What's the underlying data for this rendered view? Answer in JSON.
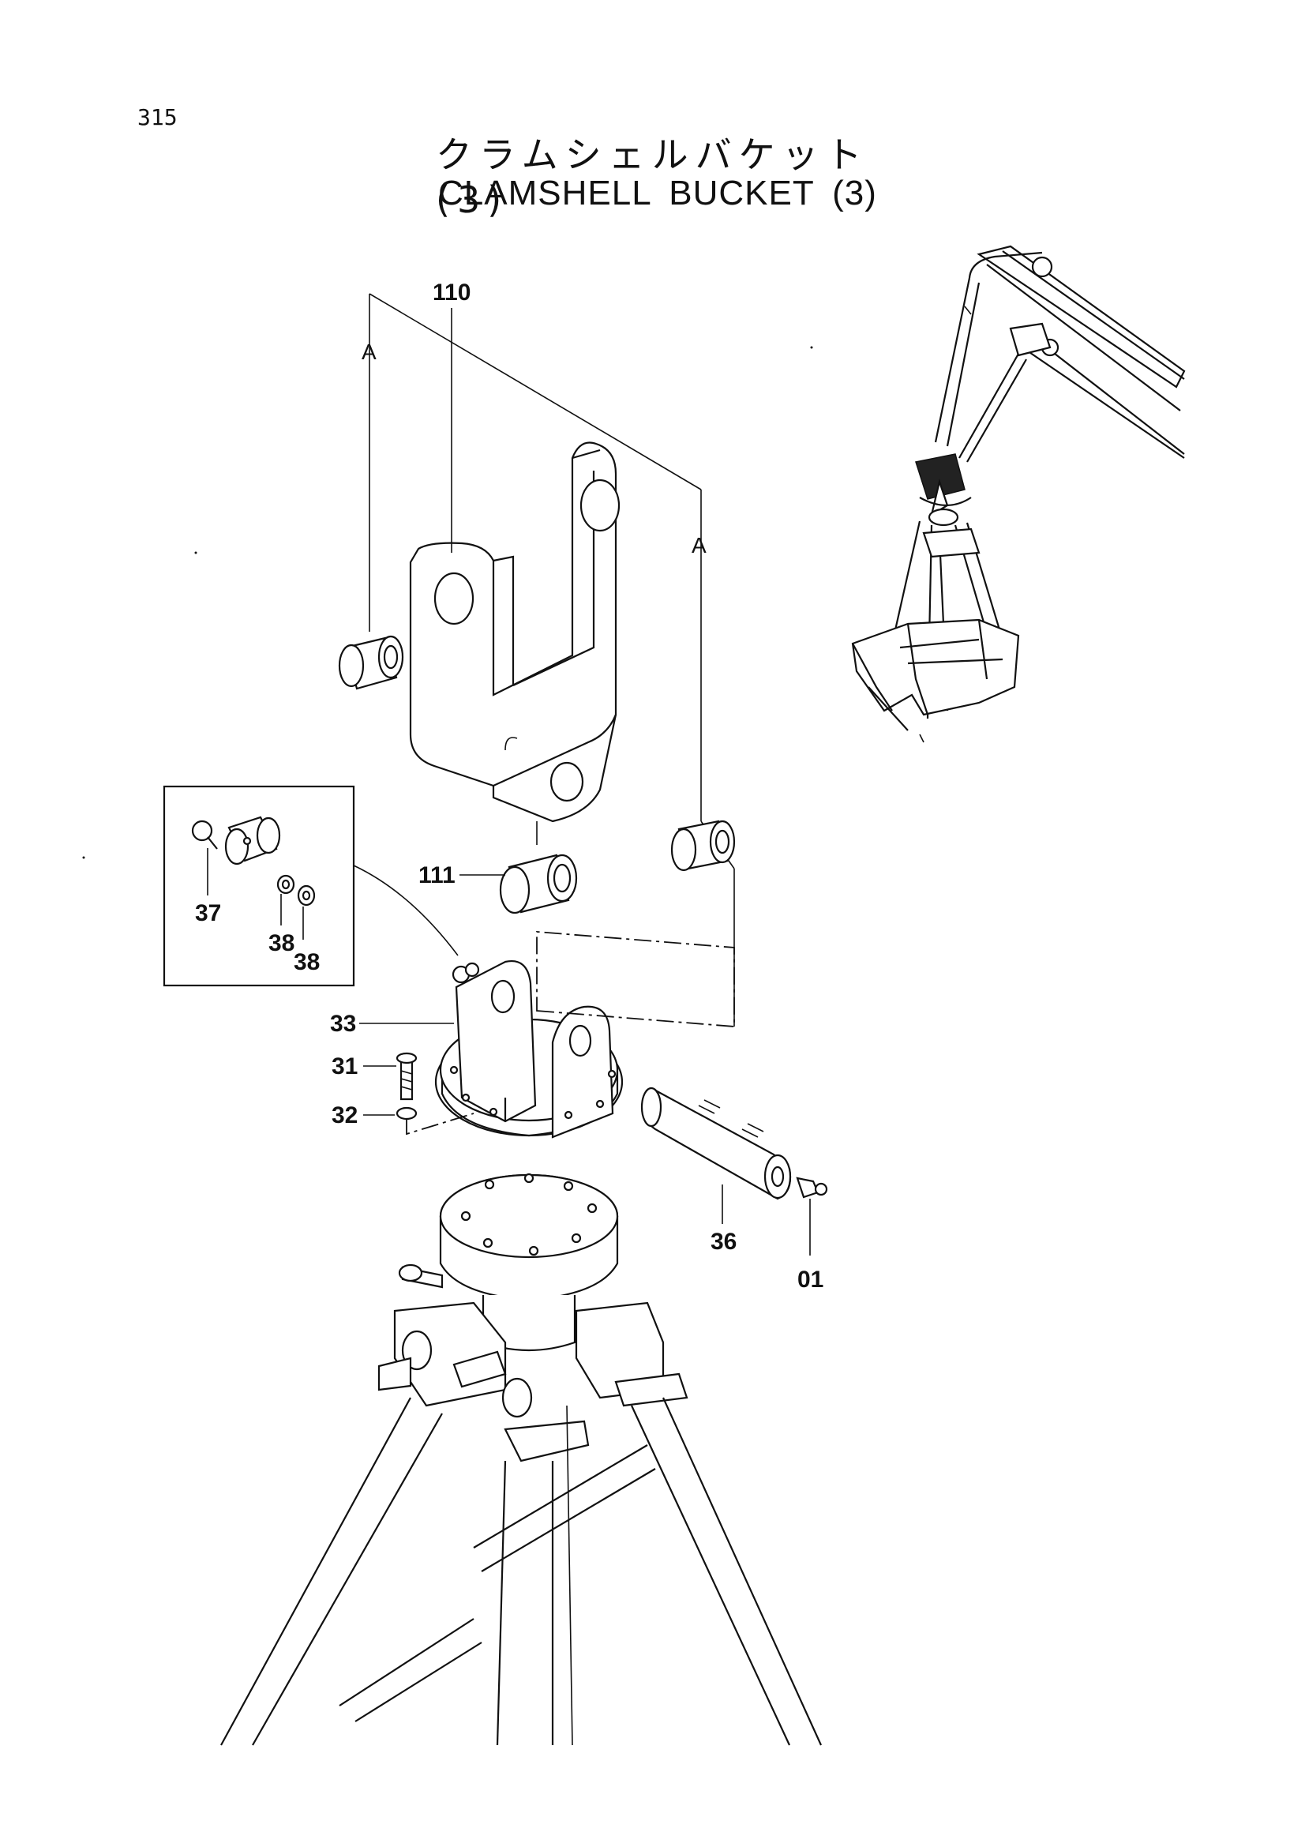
{
  "page_number": "315",
  "title_jp": "クラムシェルバケット (3)",
  "title_en": "CLAMSHELL BUCKET (3)",
  "callouts": {
    "p110": "110",
    "p111": "111",
    "p33": "33",
    "p31": "31",
    "p32": "32",
    "p36": "36",
    "p01": "01",
    "p37": "37",
    "p38a": "38",
    "p38b": "38",
    "ref_a_left": "A",
    "ref_a_right": "A"
  }
}
